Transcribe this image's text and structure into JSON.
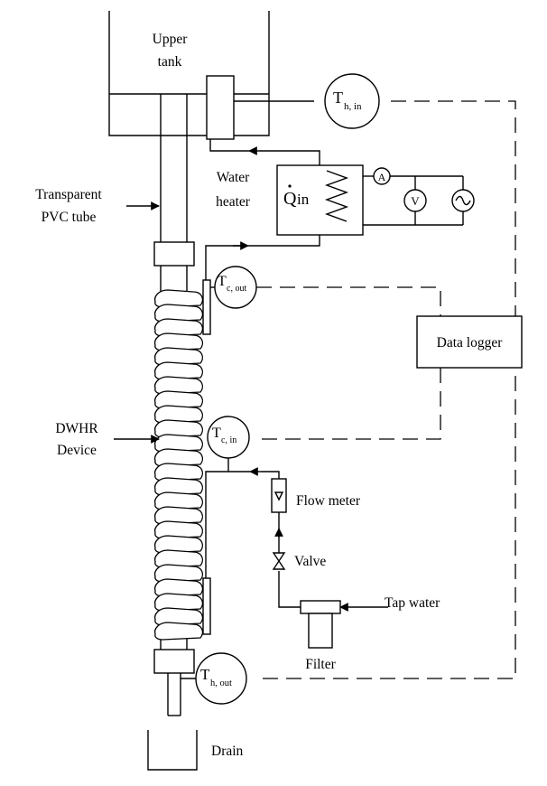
{
  "labels": {
    "upper_tank_line1": "Upper",
    "upper_tank_line2": "tank",
    "water_heater_line1": "Water",
    "water_heater_line2": "heater",
    "pvc_line1": "Transparent",
    "pvc_line2": "PVC tube",
    "dwhr_line1": "DWHR",
    "dwhr_line2": "Device",
    "data_logger": "Data logger",
    "flow_meter": "Flow meter",
    "valve": "Valve",
    "tap_water": "Tap water",
    "filter": "Filter",
    "drain": "Drain"
  },
  "heater_symbol": {
    "q": "Q",
    "sub": "in"
  },
  "meters": {
    "ammeter": "A",
    "voltmeter": "V"
  },
  "sensors": {
    "th_in": {
      "main": "T",
      "sub": "h, in"
    },
    "tc_out": {
      "main": "T",
      "sub": "c, out"
    },
    "tc_in": {
      "main": "T",
      "sub": "c, in"
    },
    "th_out": {
      "main": "T",
      "sub": "h, out"
    }
  }
}
